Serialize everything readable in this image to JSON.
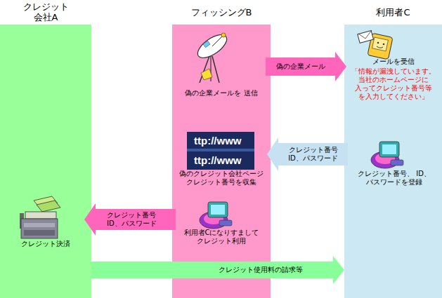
{
  "diagram": {
    "nodes": [
      {
        "text": [
          "クレジット 会社A"
        ]
      },
      {
        "text": [
          "フィッシングB"
        ]
      },
      {
        "text": [
          "利用者C"
        ]
      },
      {
        "text": [
          "偽の企業メールを 送信"
        ],
        "in": 1
      },
      {
        "text": [
          "メールを受信",
          "「情報が漏洩しています。 当社のホームページに 入ってクレジット番号等 を入力してください」"
        ],
        "in": 2
      },
      {
        "text": [
          "クレジット番号、 ID、パスワードを登録"
        ],
        "in": 2
      },
      {
        "text": [
          "偽のクレジット会社ページ クレジット番号を収集"
        ],
        "in": 1
      },
      {
        "text": [
          "利用者Cになりすまして クレジット利用"
        ],
        "in": 1
      },
      {
        "text": [
          "クレジット決済"
        ],
        "in": 0
      }
    ],
    "edges": [
      {
        "from": 3,
        "to": 4,
        "arrow": "to",
        "label": "偽の企業メール"
      },
      {
        "from": 5,
        "to": 6,
        "arrow": "to",
        "label": "クレジット番号 ID、パスワード"
      },
      {
        "from": 7,
        "to": 8,
        "arrow": "to",
        "label": "クレジット番号 ID、パスワード"
      },
      {
        "from": 0,
        "to": 2,
        "arrow": "to",
        "label": "クレジット使用料の請求等"
      }
    ],
    "labels": [
      "ttp://www",
      "ttp://www"
    ]
  }
}
